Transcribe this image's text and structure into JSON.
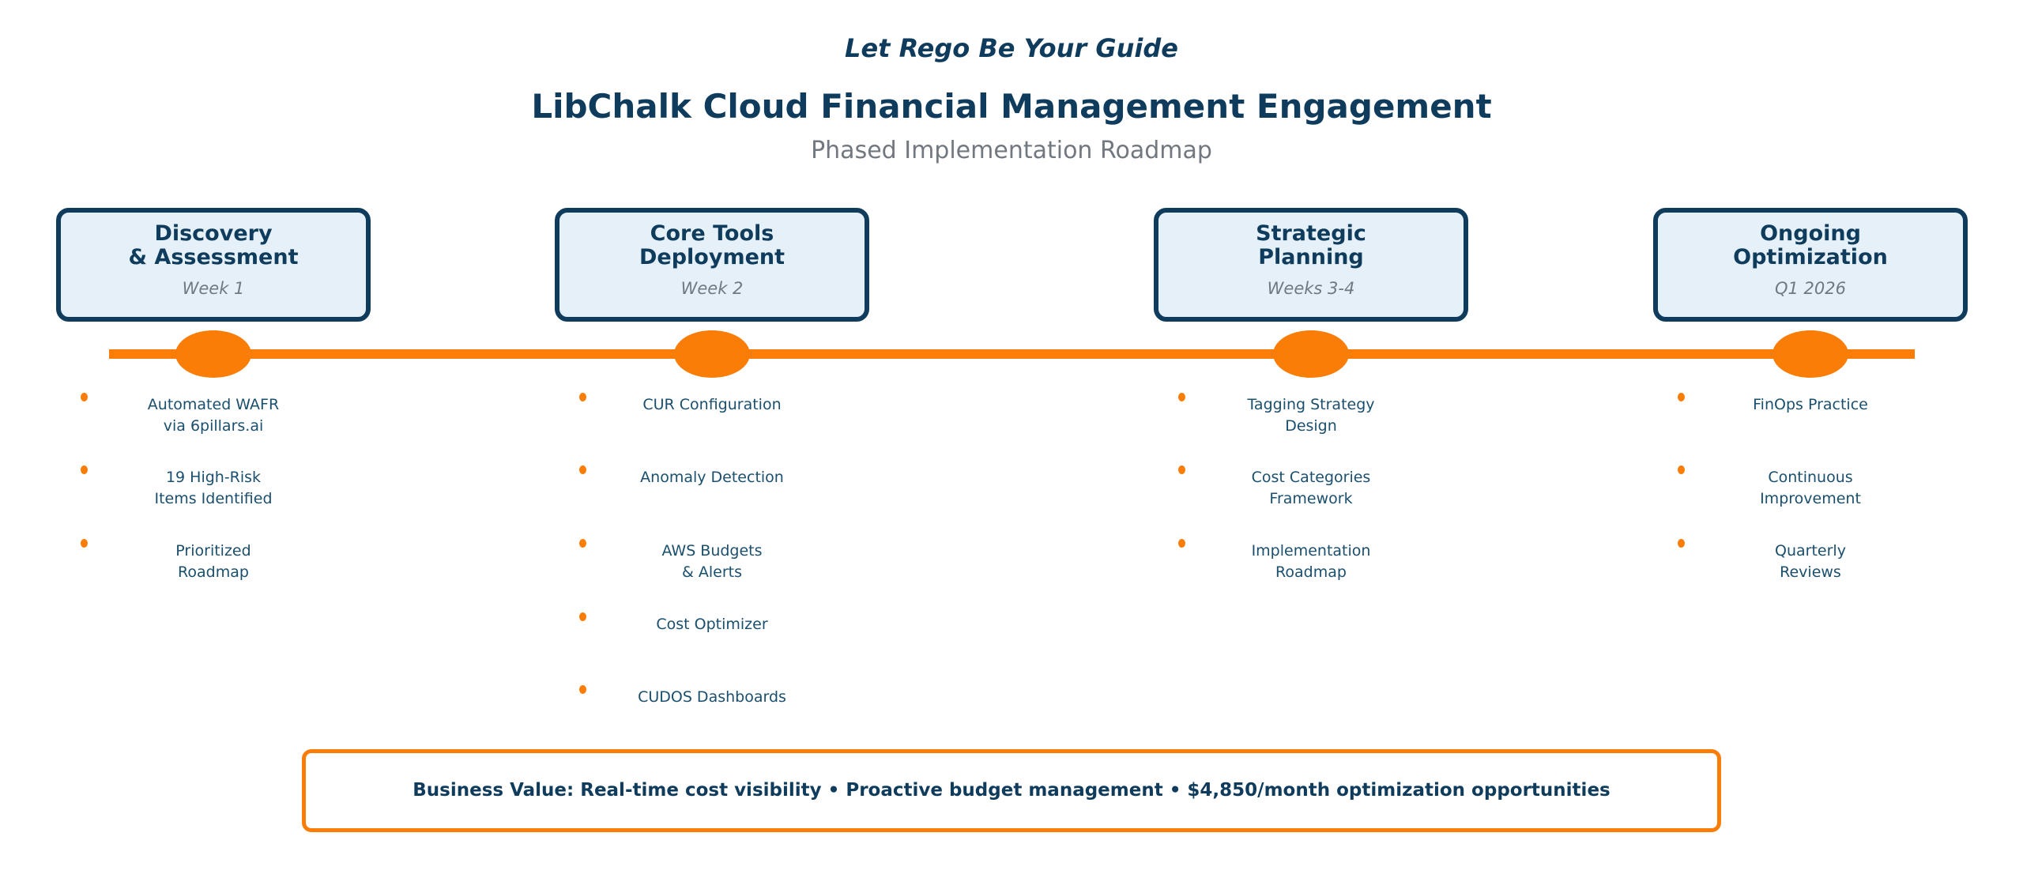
{
  "header": {
    "tagline": "Let Rego Be Your Guide",
    "title": "LibChalk Cloud Financial Management Engagement",
    "subtitle": "Phased Implementation Roadmap"
  },
  "colors": {
    "navy": "#0F3C5C",
    "list_text": "#1A4F6E",
    "orange": "#F97D06",
    "box_fill": "#E5F0F8",
    "gray": "#717880",
    "background": "#FFFFFF"
  },
  "phases": [
    {
      "title": "Discovery\n& Assessment",
      "period": "Week 1",
      "items": [
        "Automated WAFR\nvia 6pillars.ai",
        "19 High-Risk\nItems Identified",
        "Prioritized\nRoadmap"
      ]
    },
    {
      "title": "Core Tools\nDeployment",
      "period": "Week 2",
      "items": [
        "CUR Configuration",
        "Anomaly Detection",
        "AWS Budgets\n& Alerts",
        "Cost Optimizer",
        "CUDOS Dashboards"
      ]
    },
    {
      "title": "Strategic\nPlanning",
      "period": "Weeks 3-4",
      "items": [
        "Tagging Strategy\nDesign",
        "Cost Categories\nFramework",
        "Implementation\nRoadmap"
      ]
    },
    {
      "title": "Ongoing\nOptimization",
      "period": "Q1 2026",
      "items": [
        "FinOps Practice",
        "Continuous\nImprovement",
        "Quarterly\nReviews"
      ]
    }
  ],
  "footer": {
    "text": "Business Value: Real-time cost visibility • Proactive budget management • $4,850/month optimization opportunities"
  }
}
